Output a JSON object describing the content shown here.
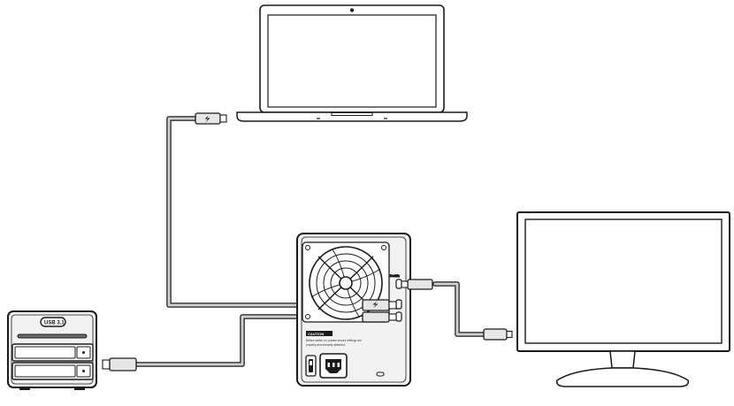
{
  "laptop": {},
  "monitor": {},
  "raid_enclosure": {
    "port_label": "Dock/In",
    "caution_title": "CAUTION",
    "caution_text_1": "Before switch on, please ensure settings are",
    "caution_text_2": "properly and securely attached."
  },
  "dock": {
    "badge_label": "USB 3.1"
  },
  "colors": {
    "stroke": "#1a1a1a",
    "cable_fill": "#cfcfcf",
    "device_fill": "#f2f2f2"
  }
}
